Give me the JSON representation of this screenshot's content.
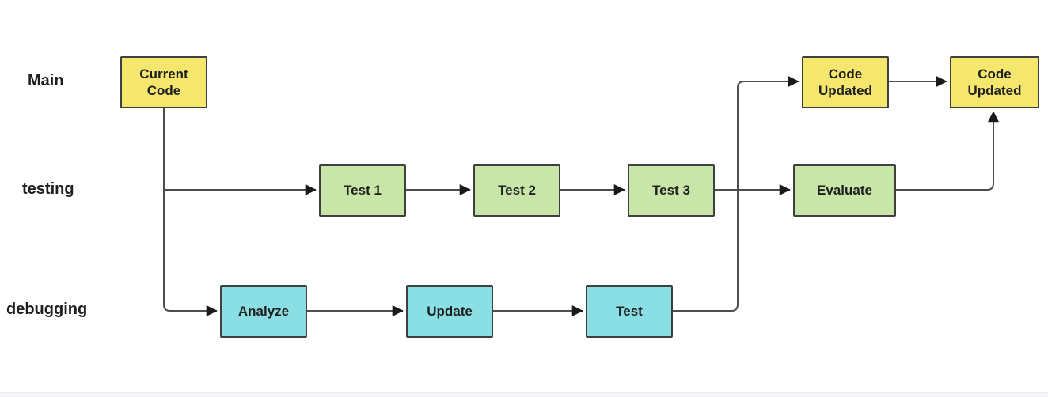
{
  "diagram": {
    "type": "flowchart",
    "lanes": [
      {
        "id": "main",
        "label": "Main"
      },
      {
        "id": "testing",
        "label": "testing"
      },
      {
        "id": "debugging",
        "label": "debugging"
      }
    ],
    "nodes": [
      {
        "id": "current-code",
        "label": "Current Code",
        "lane": "main",
        "color": "#F5E76E"
      },
      {
        "id": "test-1",
        "label": "Test 1",
        "lane": "testing",
        "color": "#C8E6A7"
      },
      {
        "id": "test-2",
        "label": "Test 2",
        "lane": "testing",
        "color": "#C8E6A7"
      },
      {
        "id": "test-3",
        "label": "Test 3",
        "lane": "testing",
        "color": "#C8E6A7"
      },
      {
        "id": "evaluate",
        "label": "Evaluate",
        "lane": "testing",
        "color": "#C8E6A7"
      },
      {
        "id": "code-updated-1",
        "label": "Code Updated",
        "lane": "main",
        "color": "#F5E76E"
      },
      {
        "id": "code-updated-2",
        "label": "Code Updated",
        "lane": "main",
        "color": "#F5E76E"
      },
      {
        "id": "analyze",
        "label": "Analyze",
        "lane": "debugging",
        "color": "#8ADFE4"
      },
      {
        "id": "update",
        "label": "Update",
        "lane": "debugging",
        "color": "#8ADFE4"
      },
      {
        "id": "test",
        "label": "Test",
        "lane": "debugging",
        "color": "#8ADFE4"
      }
    ],
    "edges": [
      {
        "from": "current-code",
        "to": "test-1"
      },
      {
        "from": "test-1",
        "to": "test-2"
      },
      {
        "from": "test-2",
        "to": "test-3"
      },
      {
        "from": "test-3",
        "to": "evaluate"
      },
      {
        "from": "current-code",
        "to": "analyze"
      },
      {
        "from": "analyze",
        "to": "update"
      },
      {
        "from": "update",
        "to": "test"
      },
      {
        "from": "test",
        "to": "code-updated-1"
      },
      {
        "from": "code-updated-1",
        "to": "code-updated-2"
      },
      {
        "from": "evaluate",
        "to": "code-updated-2"
      }
    ],
    "colors": {
      "node_yellow": "#F5E76E",
      "node_green": "#C8E6A7",
      "node_cyan": "#8ADFE4",
      "node_border": "#3F3F3F",
      "connector_line": "#4D4D4D",
      "arrowhead": "#1A1A1A",
      "text": "#1F1F1F",
      "background": "#FFFFFF"
    }
  }
}
